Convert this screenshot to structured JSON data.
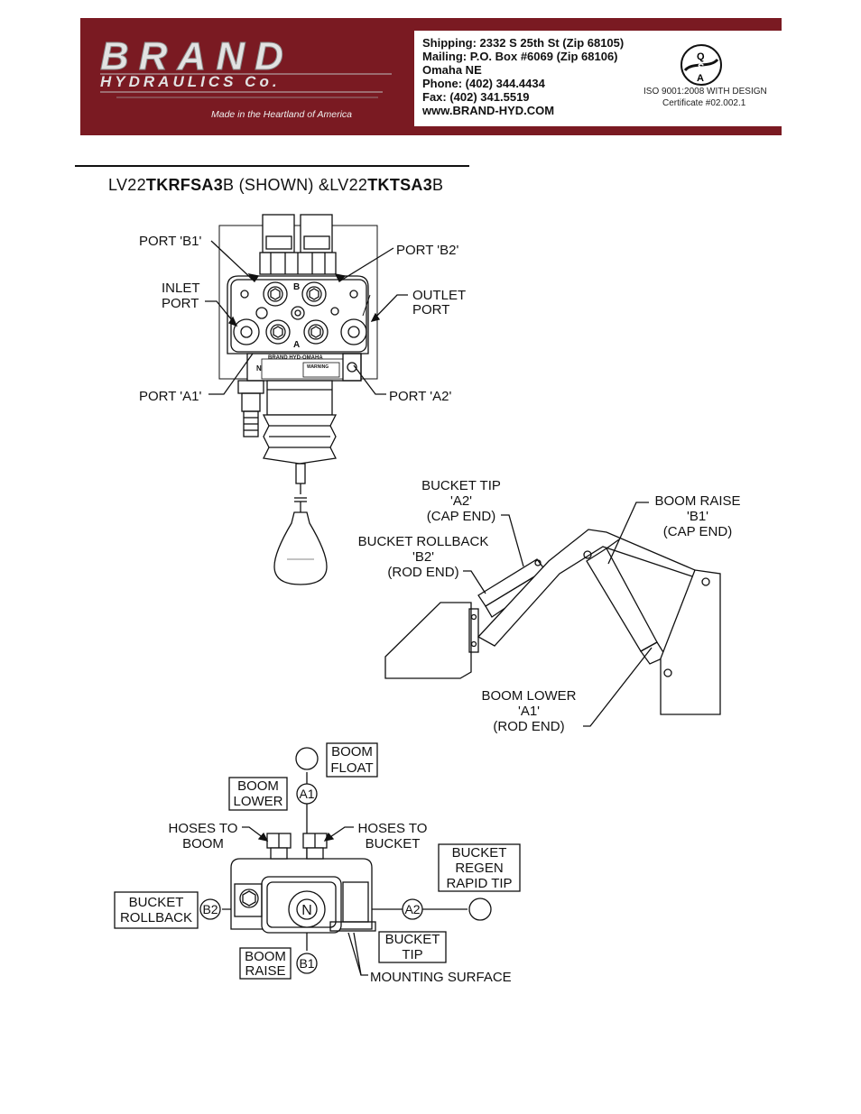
{
  "header": {
    "logo_main": "BRAND",
    "logo_sub": "HYDRAULICS Co.",
    "tagline": "Made in the Heartland of America",
    "contact": [
      "Shipping: 2332 S 25th St (Zip 68105)",
      "Mailing: P.O. Box #6069 (Zip 68106)",
      "Omaha NE",
      "Phone: (402) 344.4434",
      "Fax: (402) 341.5519",
      "www.BRAND-HYD.COM"
    ],
    "iso_badge": {
      "letters": [
        "Q",
        "S",
        "A"
      ],
      "line1": "ISO 9001:2008 WITH DESIGN",
      "line2": "Certificate #02.002.1"
    },
    "colors": {
      "brand_red": "#7a1a22",
      "logo_silver": "#d9d9d9"
    }
  },
  "title": {
    "part1_prefix": "LV22",
    "part1_bold": "TKRFSA3",
    "part1_suffix": "B (SHOWN)  &LV22",
    "part2_bold": "TKTSA3",
    "part2_suffix": "B"
  },
  "valve_diagram": {
    "labels": {
      "port_b1": "PORT 'B1'",
      "port_b2": "PORT 'B2'",
      "inlet_1": "INLET",
      "inlet_2": "PORT",
      "outlet_1": "OUTLET",
      "outlet_2": "PORT",
      "port_a1": "PORT 'A1'",
      "port_a2": "PORT 'A2'"
    },
    "body_text": {
      "letter_b": "B",
      "letter_a": "A",
      "letter_n": "N",
      "plate": "BRAND HYD-OMAHA",
      "warning": "WARNING"
    }
  },
  "loader_diagram": {
    "bucket_tip": [
      "BUCKET TIP",
      "'A2'",
      "(CAP END)"
    ],
    "boom_raise": [
      "BOOM RAISE",
      "'B1'",
      "(CAP END)"
    ],
    "bucket_rollback": [
      "BUCKET ROLLBACK",
      "'B2'",
      "(ROD END)"
    ],
    "boom_lower": [
      "BOOM LOWER",
      "'A1'",
      "(ROD END)"
    ]
  },
  "control_diagram": {
    "boom_float": [
      "BOOM",
      "FLOAT"
    ],
    "boom_lower": [
      "BOOM",
      "LOWER"
    ],
    "circle_a1": "A1",
    "hoses_boom": [
      "HOSES TO",
      "BOOM"
    ],
    "hoses_bucket": [
      "HOSES TO",
      "BUCKET"
    ],
    "bucket_regen": [
      "BUCKET",
      "REGEN",
      "RAPID TIP"
    ],
    "bucket_rollback": [
      "BUCKET",
      "ROLLBACK"
    ],
    "circle_b2": "B2",
    "circle_n": "N",
    "circle_a2": "A2",
    "bucket_tip": [
      "BUCKET",
      "TIP"
    ],
    "boom_raise": [
      "BOOM",
      "RAISE"
    ],
    "circle_b1": "B1",
    "mounting_surface": "MOUNTING SURFACE"
  }
}
